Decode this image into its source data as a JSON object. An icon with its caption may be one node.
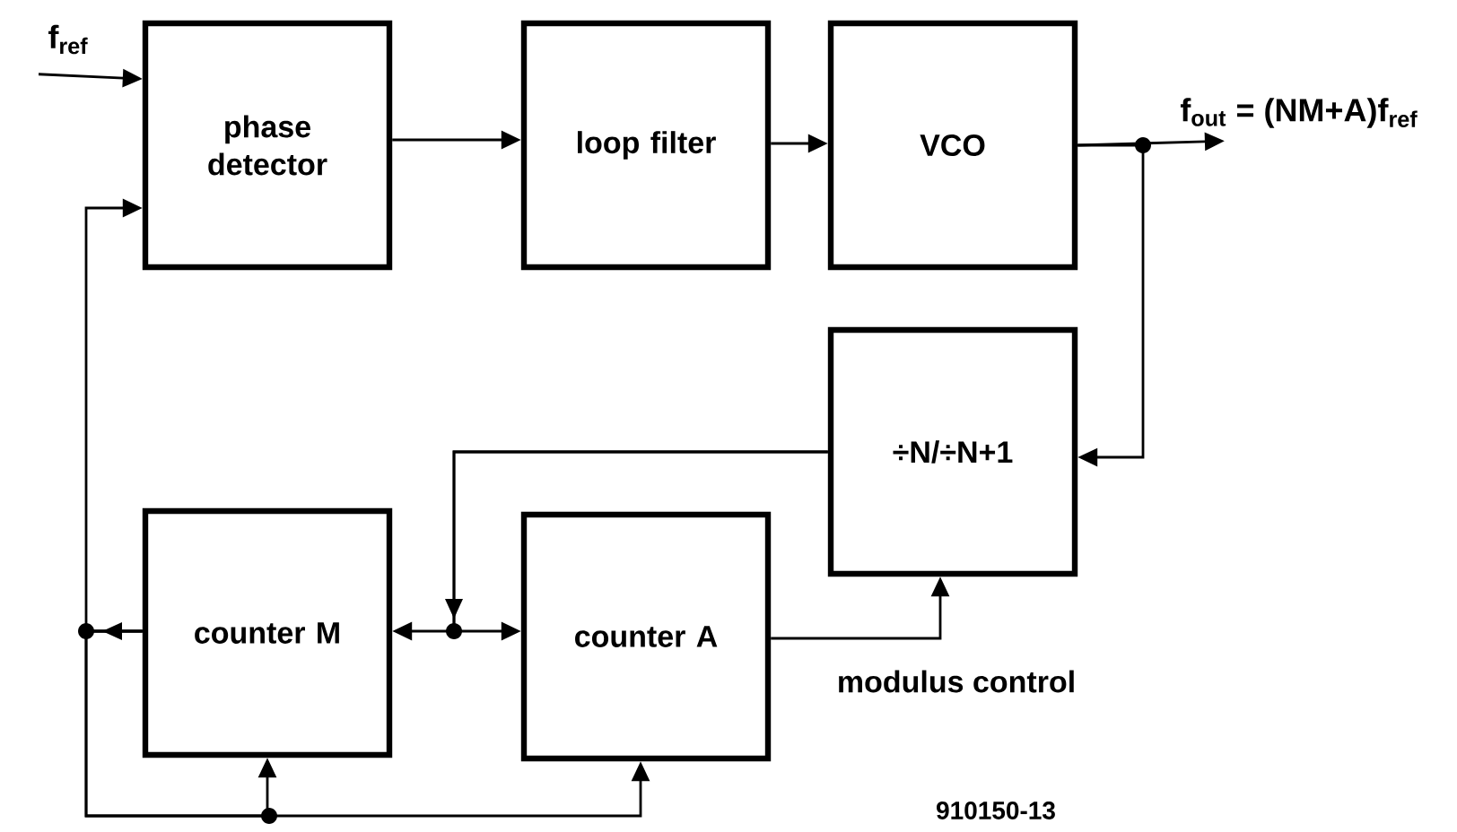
{
  "diagram": {
    "nodes": [
      {
        "text": [
          "f$_{ref}$"
        ]
      },
      {
        "text": [
          "phase detector"
        ]
      },
      {
        "text": [
          "loop filter"
        ]
      },
      {
        "text": [
          "VCO"
        ]
      },
      {
        "text": [
          "f$_{out}$ = (NM+A)f$_{ref}$"
        ]
      },
      {
        "text": [
          "÷N/÷N+1"
        ]
      },
      {
        "text": [
          "counter M"
        ]
      },
      {
        "text": [
          "counter A"
        ]
      }
    ],
    "edges": [
      {
        "from": 0,
        "to": 1,
        "arrow": "to"
      },
      {
        "from": 1,
        "to": 2,
        "arrow": "to"
      },
      {
        "from": 2,
        "to": 3,
        "arrow": "to"
      },
      {
        "from": 3,
        "to": 4,
        "arrow": "to"
      },
      {
        "from": 3,
        "to": 5,
        "arrow": "to"
      },
      {
        "from": 5,
        "to": 6,
        "arrow": "to"
      },
      {
        "from": 5,
        "to": 7,
        "arrow": "to"
      },
      {
        "from": 7,
        "to": 5,
        "arrow": "to",
        "label": "modulus control"
      },
      {
        "from": 6,
        "to": 1,
        "arrow": "to"
      },
      {
        "from": 6,
        "to": 6,
        "arrow": "to"
      },
      {
        "from": 6,
        "to": 7,
        "arrow": "to"
      }
    ],
    "labels": [
      "910150-13"
    ]
  }
}
